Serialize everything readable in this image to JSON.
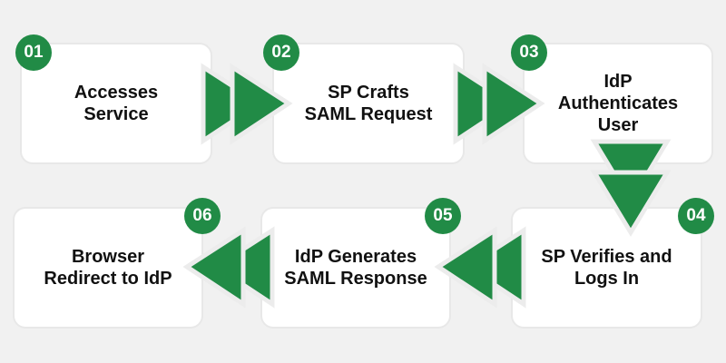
{
  "steps": [
    {
      "number": "01",
      "label": "Accesses\nService"
    },
    {
      "number": "02",
      "label": "SP Crafts\nSAML Request"
    },
    {
      "number": "03",
      "label": "IdP\nAuthenticates\nUser"
    },
    {
      "number": "04",
      "label": "SP Verifies and\nLogs In"
    },
    {
      "number": "05",
      "label": "IdP Generates\nSAML Response"
    },
    {
      "number": "06",
      "label": "Browser\nRedirect to IdP"
    }
  ],
  "colors": {
    "accent": "#218b46",
    "background": "#f1f1f1",
    "card": "#ffffff"
  }
}
